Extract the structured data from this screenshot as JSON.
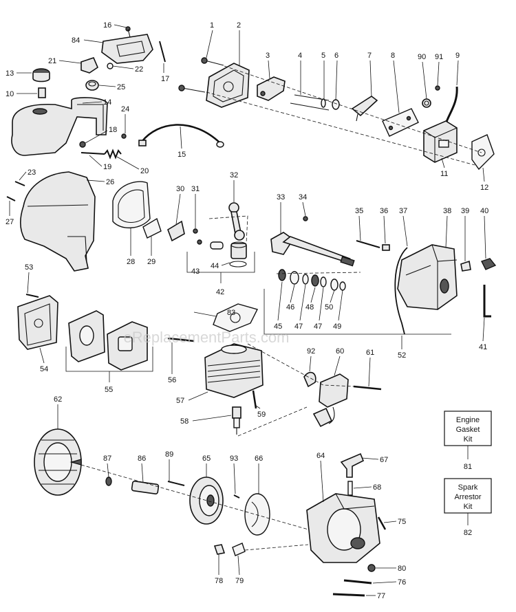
{
  "watermark": "eReplacementParts.com",
  "callouts": {
    "n1": "1",
    "n2": "2",
    "n3": "3",
    "n4": "4",
    "n5": "5",
    "n6": "6",
    "n7": "7",
    "n8": "8",
    "n9": "9",
    "n10": "10",
    "n11": "11",
    "n12": "12",
    "n13": "13",
    "n14": "14",
    "n15": "15",
    "n16": "16",
    "n17": "17",
    "n18": "18",
    "n19": "19",
    "n20": "20",
    "n21": "21",
    "n22": "22",
    "n23": "23",
    "n24": "24",
    "n25": "25",
    "n26": "26",
    "n27": "27",
    "n28": "28",
    "n29": "29",
    "n30": "30",
    "n31": "31",
    "n32": "32",
    "n33": "33",
    "n34": "34",
    "n35": "35",
    "n36": "36",
    "n37": "37",
    "n38": "38",
    "n39": "39",
    "n40": "40",
    "n41": "41",
    "n42": "42",
    "n43": "43",
    "n44": "44",
    "n45": "45",
    "n46": "46",
    "n47a": "47",
    "n47b": "47",
    "n48": "48",
    "n49": "49",
    "n50": "50",
    "n52": "52",
    "n53": "53",
    "n54": "54",
    "n55": "55",
    "n56": "56",
    "n57": "57",
    "n58": "58",
    "n59": "59",
    "n60": "60",
    "n61": "61",
    "n62": "62",
    "n64": "64",
    "n65": "65",
    "n66": "66",
    "n67": "67",
    "n68": "68",
    "n75": "75",
    "n76": "76",
    "n77": "77",
    "n78": "78",
    "n79": "79",
    "n80": "80",
    "n81": "81",
    "n82": "82",
    "n83": "83",
    "n84": "84",
    "n86": "86",
    "n87": "87",
    "n89": "89",
    "n90": "90",
    "n91": "91",
    "n92": "92",
    "n93": "93"
  },
  "kits": {
    "engine_gasket": {
      "line1": "Engine",
      "line2": "Gasket",
      "line3": "Kit",
      "number": "81"
    },
    "spark_arrestor": {
      "line1": "Spark",
      "line2": "Arrestor",
      "line3": "Kit",
      "number": "82"
    }
  }
}
